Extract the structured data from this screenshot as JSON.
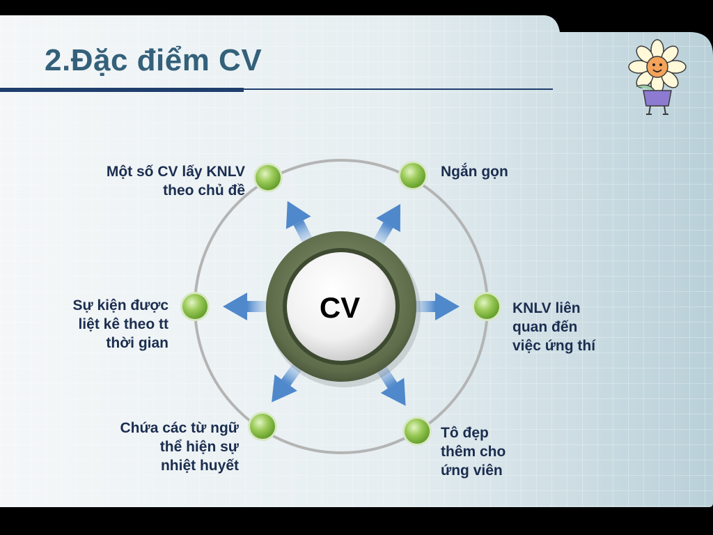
{
  "title": "2.Đặc điểm CV",
  "center": "CV",
  "nodes": [
    {
      "lines": [
        "Một số CV lấy KNLV",
        "theo chủ đề"
      ]
    },
    {
      "lines": [
        "Ngắn gọn"
      ]
    },
    {
      "lines": [
        "Sự kiện được",
        "liệt kê theo tt",
        "thời gian"
      ]
    },
    {
      "lines": [
        "KNLV liên",
        "quan đến",
        "việc ứng thí"
      ]
    },
    {
      "lines": [
        "Chứa các từ ngữ",
        "thể hiện sự",
        "nhiệt huyết"
      ]
    },
    {
      "lines": [
        "Tô đẹp",
        "thêm cho",
        "ứng viên"
      ]
    }
  ],
  "colors": {
    "title": "#34607a",
    "label": "#1b2d4f",
    "rule_dark": "#1f3d6d",
    "node_green": "#7db83c",
    "arrow_blue": "#5b93d0",
    "ring_gray": "#b8b8b8",
    "hub_olive": "#5b6b47"
  },
  "icons": {
    "mascot": "flower-pot-icon"
  }
}
